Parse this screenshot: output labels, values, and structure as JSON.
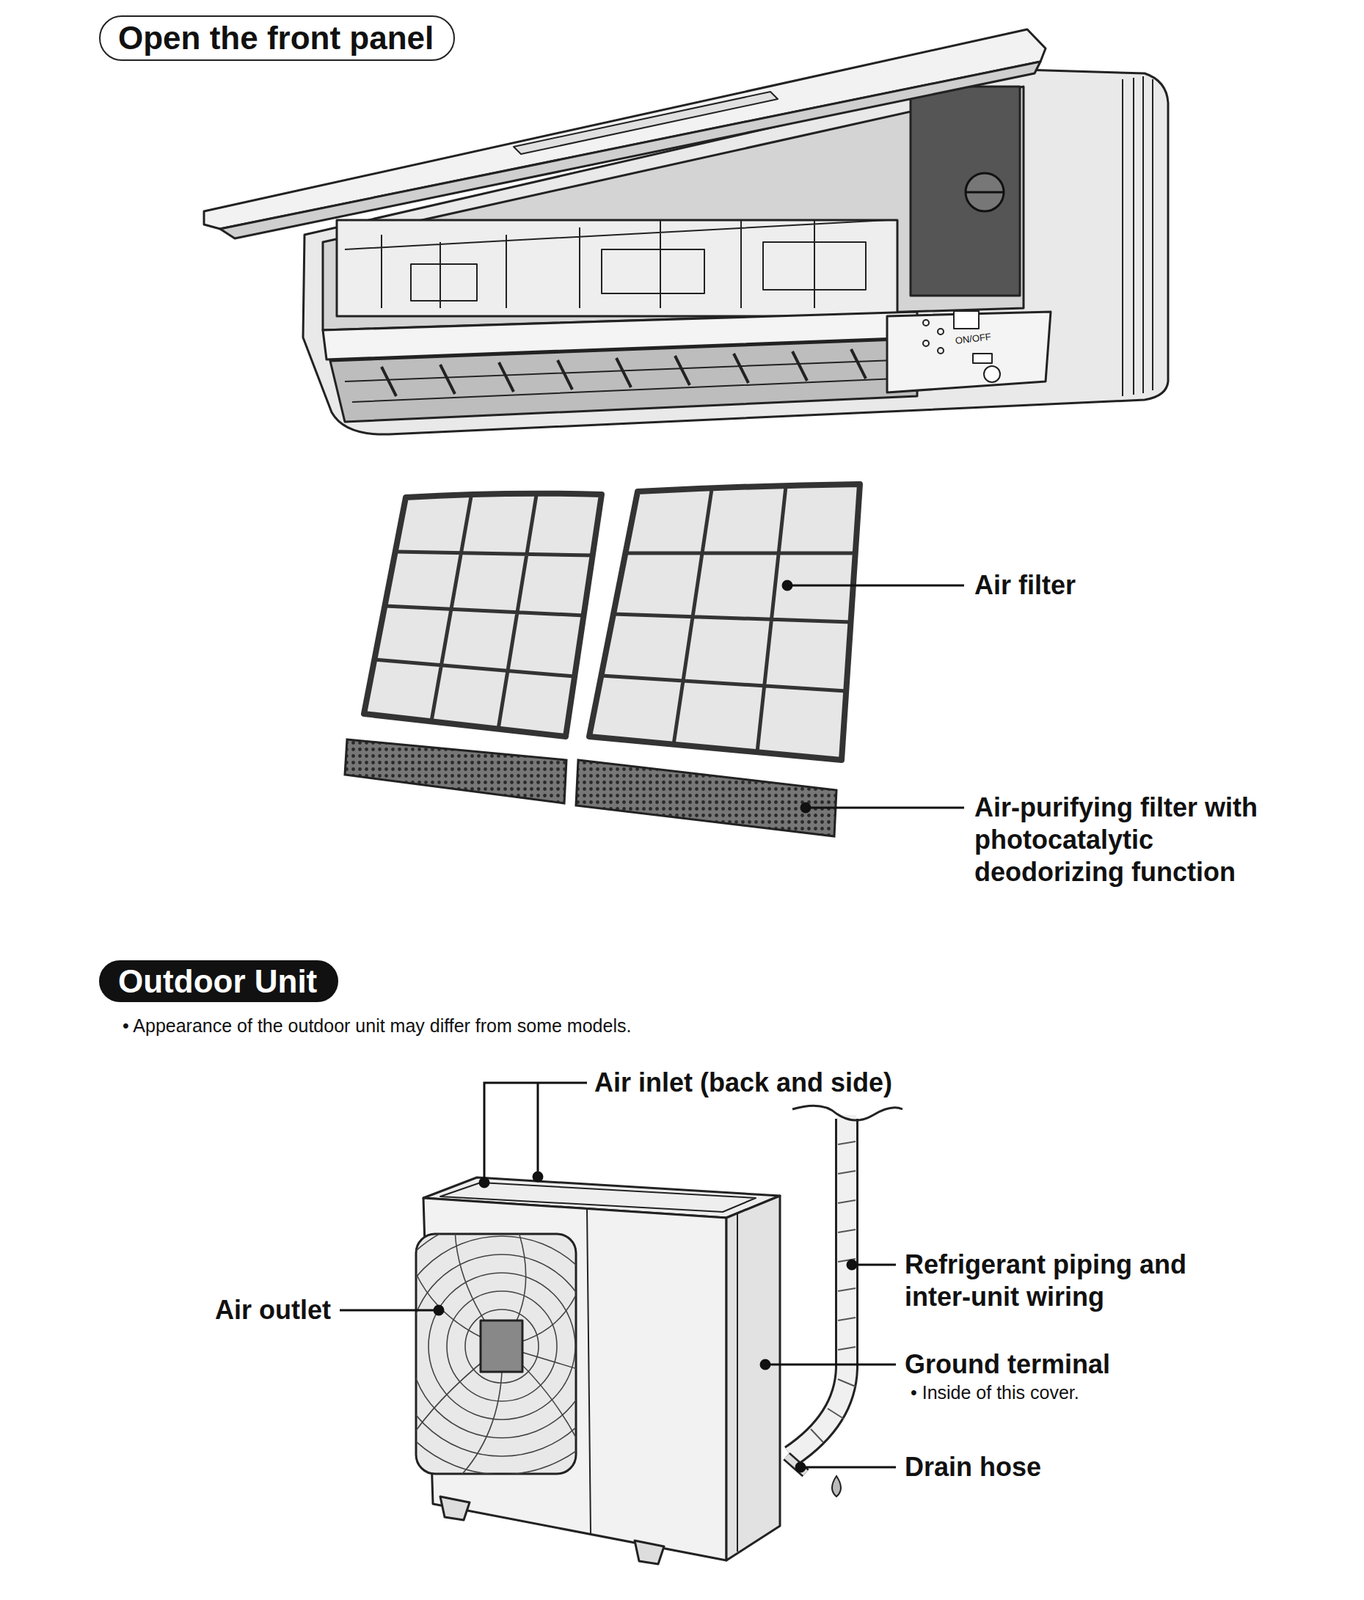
{
  "diagram": {
    "nodes": [
      {
        "text": [
          "Open the front panel"
        ]
      },
      {
        "text": [
          "Outdoor Unit"
        ]
      }
    ],
    "labels": [
      "ON/OFF",
      "Air filter",
      "Air-purifying filter with photocatalytic deodorizing function",
      "• Appearance of the outdoor unit may differ from some models.",
      "Air inlet (back and side)",
      "Air outlet",
      "Refrigerant piping and inter-unit wiring",
      "Ground terminal",
      "• Inside of this cover.",
      "Drain hose"
    ]
  }
}
